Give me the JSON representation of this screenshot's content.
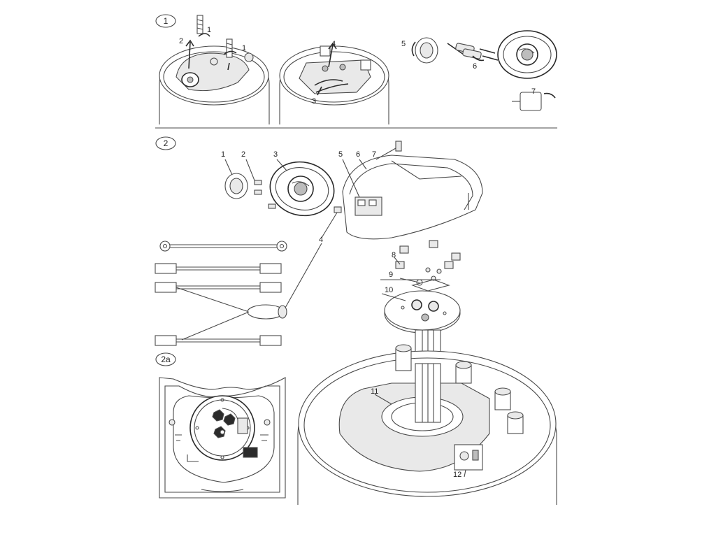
{
  "sections": {
    "s1": "1",
    "s2": "2",
    "s2a": "2a"
  },
  "step1_labels": {
    "a1": "1",
    "a2": "2",
    "a1b": "1",
    "b4": "4",
    "b3": "3",
    "c5": "5",
    "c6": "6",
    "c7": "7"
  },
  "parts_labels": {
    "p1": "1",
    "p2": "2",
    "p3": "3",
    "p4": "4",
    "p5": "5",
    "p6": "6",
    "p7": "7",
    "p8": "8",
    "p9": "9",
    "p10": "10",
    "p11": "11",
    "p12": "12"
  }
}
